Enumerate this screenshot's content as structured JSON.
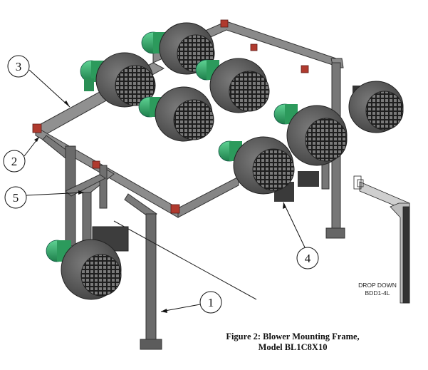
{
  "callouts": [
    "1",
    "2",
    "3",
    "4",
    "5"
  ],
  "caption": {
    "line1": "Figure 2:  Blower Mounting Frame,",
    "line2": "Model BL1C8X10"
  },
  "drop_down": {
    "line1": "DROP DOWN",
    "line2": "BDD1-4L"
  },
  "colors": {
    "frame": "#6f6f6f",
    "frame_dark": "#4a4a4a",
    "housing": "#5a5a5a",
    "motor": "#2fae6a",
    "clamp": "#c0392b"
  }
}
